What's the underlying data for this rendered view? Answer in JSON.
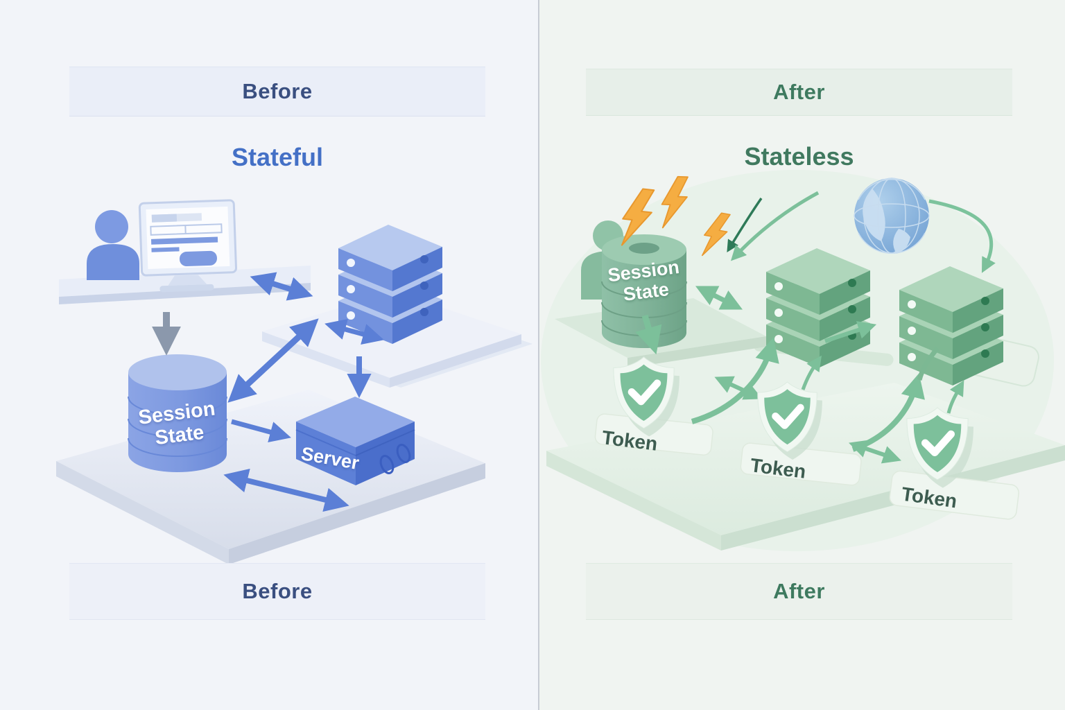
{
  "page": {
    "background_left": "#f2f4f9",
    "background_right": "#f0f4f1",
    "divider_color": "#c7cbd4"
  },
  "before_panel": {
    "header_label": "Before",
    "diagram_title": "Stateful",
    "footer_label": "Before",
    "database_label": "Session State",
    "server_label": "Server",
    "accent_color": "#5b7fd6",
    "header_text_color": "#3a4f80",
    "title_text_color": "#4470c6",
    "icons": [
      "user-icon",
      "monitor-browser-icon",
      "server-rack-icon",
      "database-cylinder-icon",
      "server-box-icon",
      "down-arrow-icon",
      "double-arrow-icon"
    ]
  },
  "after_panel": {
    "header_label": "After",
    "diagram_title": "Stateless",
    "footer_label": "After",
    "database_label": "Session State",
    "token_labels": [
      "Token",
      "Token",
      "Token"
    ],
    "accent_color": "#7cc09a",
    "header_text_color": "#3e7a5f",
    "title_text_color": "#40795f",
    "lightning_color": "#f5ad42",
    "globe_color": "#6fa0d4",
    "icons": [
      "user-icon",
      "database-cylinder-icon",
      "lightning-icon",
      "globe-icon",
      "server-rack-icon",
      "shield-check-icon",
      "curved-arrow-icon",
      "double-arrow-icon"
    ]
  }
}
